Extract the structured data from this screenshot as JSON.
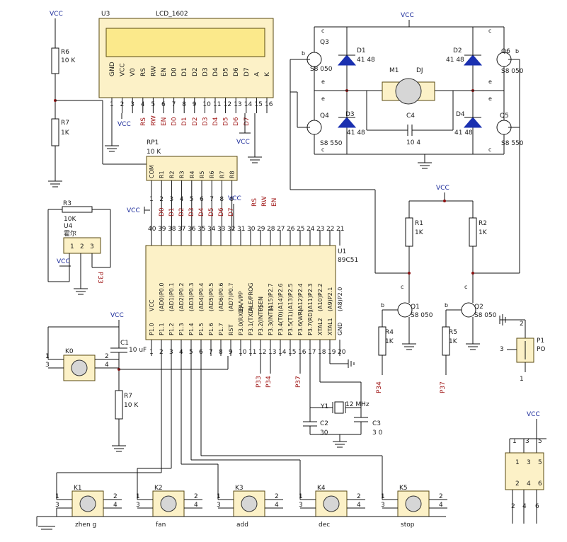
{
  "u3": {
    "ref": "U3",
    "name": "LCD_1602",
    "pins": [
      "GND",
      "VCC",
      "V0",
      "RS",
      "RW",
      "EN",
      "D0",
      "D1",
      "D2",
      "D3",
      "D4",
      "D5",
      "D6",
      "D7",
      "A",
      "K"
    ]
  },
  "rp1": {
    "ref": "RP1",
    "value": "10 K",
    "pins": [
      "COM",
      "R1",
      "R2",
      "R3",
      "R4",
      "R5",
      "R6",
      "R7",
      "R8"
    ]
  },
  "u1": {
    "ref": "U1",
    "name": "89C51",
    "top_pins": [
      "VCC",
      "(AD0)P0.0",
      "(AD1)P0.1",
      "(AD2)P0.2",
      "(AD3)P0.3",
      "(AD4)P0.4",
      "(AD5)P0.5",
      "(AD6)P0.6",
      "(AD7)P0.7",
      "EA/VPP",
      "ALE/PROG",
      "PSEN",
      "(A15)P2.7",
      "(A14)P2.6",
      "(A13)P2.5",
      "(A12)P2.4",
      "(A11)P2.3",
      "(A10)P2.2",
      "(A9)P2.1",
      "(A8)P2.0"
    ],
    "bottom_pins": [
      "P1.0",
      "P1.1",
      "P1.2",
      "P1.3",
      "P1.4",
      "P1.5",
      "P1.6",
      "P1.7",
      "RST",
      "P3.0(RXD)",
      "P3.1(TXD)",
      "P3.2(INT0)",
      "P3.3(INT1)",
      "P3.4(T0)",
      "P3.5(T1)",
      "P3.6(WR)",
      "P3.7(RD)",
      "XTAL2",
      "XTAL1",
      "GND"
    ]
  },
  "nets": {
    "vcc": "VCC",
    "rs": "RS",
    "rw": "RW",
    "en": "EN",
    "p33": "P33",
    "p34": "P34",
    "p37": "P37",
    "lcd_net_labels": [
      "RS",
      "RW",
      "EN",
      "D0",
      "D1",
      "D2",
      "D3",
      "D4",
      "D5",
      "D6",
      "D7"
    ],
    "p0_labels": [
      "D0",
      "D1",
      "D2",
      "D3",
      "D4",
      "D5",
      "D6",
      "D7"
    ]
  },
  "resistors": {
    "r6": {
      "ref": "R6",
      "value": "10 K"
    },
    "r7a": {
      "ref": "R7",
      "value": "1K"
    },
    "r3": {
      "ref": "R3",
      "value": "10K"
    },
    "r7b": {
      "ref": "R7",
      "value": "10 K"
    },
    "r1": {
      "ref": "R1",
      "value": "1K"
    },
    "r2": {
      "ref": "R2",
      "value": "1K"
    },
    "r4": {
      "ref": "R4",
      "value": "1K"
    },
    "r5": {
      "ref": "R5",
      "value": "1K"
    }
  },
  "u4": {
    "ref": "U4",
    "label": "霍尔",
    "pins": [
      "1",
      "2",
      "3"
    ]
  },
  "c1": {
    "ref": "C1",
    "value": "10 uF"
  },
  "k0": {
    "ref": "K0"
  },
  "bridge": {
    "q3": {
      "ref": "Q3",
      "type": "S8 050"
    },
    "q6": {
      "ref": "Q6",
      "type": "S8 050"
    },
    "q4": {
      "ref": "Q4",
      "type": "S8 550"
    },
    "q5": {
      "ref": "Q5",
      "type": "S8 550"
    },
    "d1": {
      "ref": "D1",
      "value": "41 48"
    },
    "d2": {
      "ref": "D2",
      "value": "41 48"
    },
    "d3": {
      "ref": "D3",
      "value": "41 48"
    },
    "d4": {
      "ref": "D4",
      "value": "41 48"
    },
    "m1": {
      "ref": "M1",
      "label": "DJ"
    },
    "c4": {
      "ref": "C4",
      "value": "10 4"
    }
  },
  "q1": {
    "ref": "Q1",
    "type": "S8 050"
  },
  "q2": {
    "ref": "Q2",
    "type": "S8 050"
  },
  "p1": {
    "ref": "P1",
    "label": "PO",
    "pins": [
      "1",
      "2",
      "3"
    ]
  },
  "crystal": {
    "y1": "Y1",
    "freq": "12 MHz",
    "c2": "C2",
    "c2v": "30",
    "c3": "C3",
    "c3v": "3 0"
  },
  "connector": {
    "pins": [
      "1",
      "3",
      "5",
      "2",
      "4",
      "6"
    ],
    "bottom_pins": [
      "2",
      "4",
      "6"
    ]
  },
  "buttons": [
    {
      "ref": "K1",
      "label": "zhen g"
    },
    {
      "ref": "K2",
      "label": "fan"
    },
    {
      "ref": "K3",
      "label": "add"
    },
    {
      "ref": "K4",
      "label": "dec"
    },
    {
      "ref": "K5",
      "label": "stop"
    }
  ],
  "transistor_terminals": {
    "b": "b",
    "c": "c",
    "e": "e"
  },
  "button_pins": [
    "1",
    "2",
    "3",
    "4"
  ]
}
